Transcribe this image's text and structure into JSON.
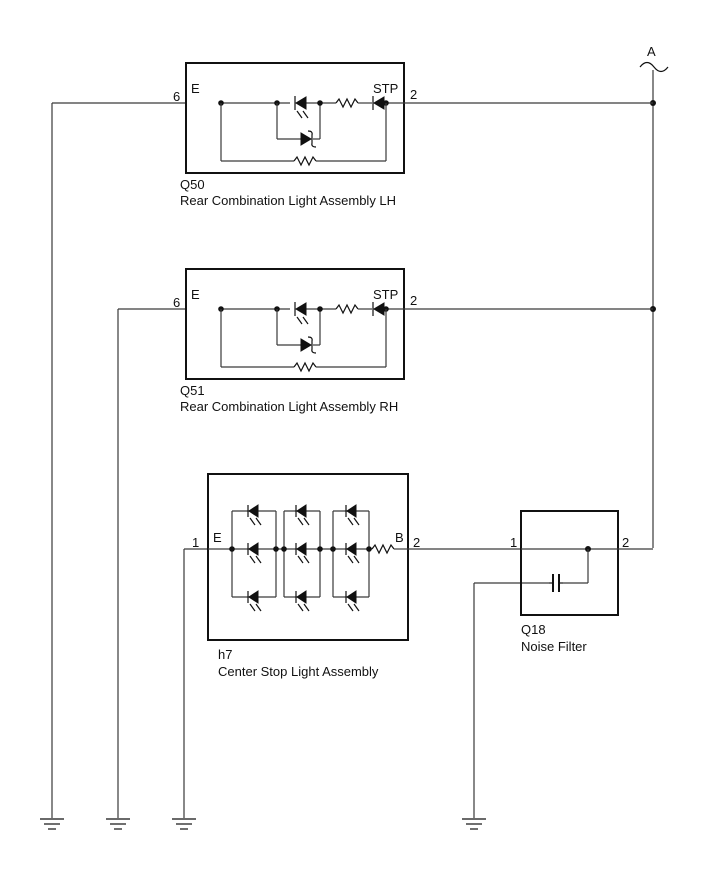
{
  "supply": {
    "label": "A"
  },
  "q50": {
    "code": "Q50",
    "name": "Rear Combination Light Assembly LH",
    "pin_e_number": "6",
    "pin_e_name": "E",
    "pin_stp_number": "2",
    "pin_stp_name": "STP"
  },
  "q51": {
    "code": "Q51",
    "name": "Rear Combination Light Assembly RH",
    "pin_e_number": "6",
    "pin_e_name": "E",
    "pin_stp_number": "2",
    "pin_stp_name": "STP"
  },
  "h7": {
    "code": "h7",
    "name": "Center Stop Light Assembly",
    "pin_e_number": "1",
    "pin_e_name": "E",
    "pin_b_number": "2",
    "pin_b_name": "B"
  },
  "q18": {
    "code": "Q18",
    "name": "Noise Filter",
    "pin_in_number": "1",
    "pin_out_number": "2"
  }
}
